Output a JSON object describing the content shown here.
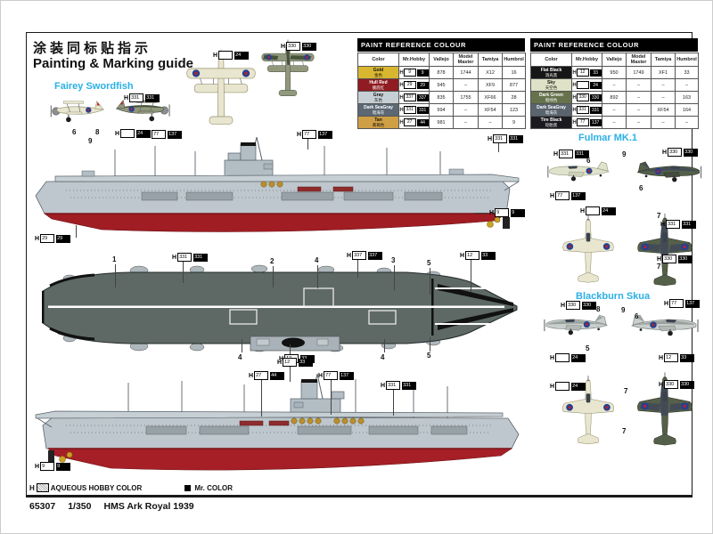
{
  "header": {
    "title_cn": "涂装同标贴指示",
    "title_en": "Painting & Marking guide"
  },
  "aircraft": {
    "swordfish": "Fairey Swordfish",
    "fulmar": "Fulmar MK.1",
    "skua": "Blackburn Skua"
  },
  "legend": {
    "h": "H",
    "aqueous": "AQUEOUS HOBBY COLOR",
    "mr_color": "Mr. COLOR"
  },
  "footer": {
    "kit": "65307",
    "scale": "1/350",
    "name": "HMS Ark Royal 1939"
  },
  "colors": {
    "accent_cyan": "#2bb0e5",
    "hull_gray": "#bdc7cd",
    "hull_red": "#a01d23",
    "deck_gray": "#5e6965",
    "gold": "#c9a227"
  },
  "tables": [
    {
      "title": "PAINT  REFERENCE  COLOUR",
      "columns": [
        "Color",
        "Mr.Hobby",
        "Vallejo",
        "Model Master",
        "Tamiya",
        "Humbrol"
      ],
      "rows": [
        {
          "name": "Gold",
          "cn": "金色",
          "bg": "#d8b630",
          "ink": "#111",
          "aq": "9",
          "mr": "9",
          "va": "878",
          "mm": "1744",
          "ta": "X12",
          "hu": "16"
        },
        {
          "name": "Hull Red",
          "cn": "舰底红",
          "bg": "#8e1c22",
          "ink": "#fff",
          "aq": "29",
          "mr": "29",
          "va": "945",
          "mm": "–",
          "ta": "XF9",
          "hu": "877"
        },
        {
          "name": "Gray",
          "cn": "灰色",
          "bg": "#c6cfd4",
          "ink": "#111",
          "aq": "337",
          "mr": "337",
          "va": "835",
          "mm": "1755",
          "ta": "XF66",
          "hu": "28"
        },
        {
          "name": "Dark SeaGray",
          "cn": "暗海灰",
          "bg": "#5c6874",
          "ink": "#fff",
          "aq": "331",
          "mr": "331",
          "va": "994",
          "mm": "–",
          "ta": "XF54",
          "hu": "123"
        },
        {
          "name": "Tan",
          "cn": "黄褐色",
          "bg": "#cf9f45",
          "ink": "#111",
          "aq": "27",
          "mr": "44",
          "va": "981",
          "mm": "–",
          "ta": "–",
          "hu": "9"
        }
      ]
    },
    {
      "title": "PAINT  REFERENCE  COLOUR",
      "columns": [
        "Color",
        "Mr.Hobby",
        "Vallejo",
        "Model Master",
        "Tamiya",
        "Humbrol"
      ],
      "rows": [
        {
          "name": "Flat Black",
          "cn": "消光黑",
          "bg": "#161616",
          "ink": "#fff",
          "aq": "12",
          "mr": "33",
          "va": "950",
          "mm": "1749",
          "ta": "XF1",
          "hu": "33"
        },
        {
          "name": "Sky",
          "cn": "天空色",
          "bg": "#dfe2c6",
          "ink": "#111",
          "aq": "",
          "mr": "24",
          "va": "–",
          "mm": "–",
          "ta": "–",
          "hu": "–"
        },
        {
          "name": "Dark Green",
          "cn": "暗绿色",
          "bg": "#66724c",
          "ink": "#fff",
          "aq": "330",
          "mr": "330",
          "va": "892",
          "mm": "–",
          "ta": "–",
          "hu": "163"
        },
        {
          "name": "Dark SeaGray",
          "cn": "暗海灰",
          "bg": "#59646e",
          "ink": "#fff",
          "aq": "331",
          "mr": "331",
          "va": "–",
          "mm": "–",
          "ta": "XF54",
          "hu": "164"
        },
        {
          "name": "Tire Black",
          "cn": "轮胎黑",
          "bg": "#1b1b1f",
          "ink": "#fff",
          "aq": "77",
          "mr": "137",
          "va": "–",
          "mm": "–",
          "ta": "–",
          "hu": "–"
        }
      ]
    }
  ],
  "chips": {
    "a1": {
      "aq": "77",
      "mr": "137"
    },
    "a2": {
      "aq": "331",
      "mr": "331"
    },
    "a3": {
      "aq": "29",
      "mr": "29"
    },
    "a4": {
      "aq": "9",
      "mr": "9"
    },
    "p1": {
      "aq": "331",
      "mr": "331"
    },
    "p2": {
      "aq": "337",
      "mr": "337"
    },
    "p3": {
      "aq": "12",
      "mr": "33"
    },
    "p4": {
      "aq": "12",
      "mr": "33"
    },
    "c1": {
      "aq": "12",
      "mr": "33"
    },
    "c2": {
      "aq": "27",
      "mr": "44"
    },
    "c3": {
      "aq": "77",
      "mr": "137"
    },
    "c4": {
      "aq": "331",
      "mr": "331"
    },
    "c5": {
      "aq": "9",
      "mr": "9"
    },
    "sw1": {
      "aq": "331",
      "mr": "331"
    },
    "sw2": {
      "aq": "",
      "mr": "24"
    },
    "sw3": {
      "aq": "77",
      "mr": "137"
    },
    "sw4": {
      "aq": "",
      "mr": "24"
    },
    "sw5": {
      "aq": "330",
      "mr": "330"
    },
    "f1": {
      "aq": "331",
      "mr": "331"
    },
    "f2": {
      "aq": "330",
      "mr": "330"
    },
    "f3": {
      "aq": "77",
      "mr": "137"
    },
    "f4": {
      "aq": "",
      "mr": "24"
    },
    "f5": {
      "aq": "331",
      "mr": "331"
    },
    "f6": {
      "aq": "330",
      "mr": "330"
    },
    "k1": {
      "aq": "330",
      "mr": "330"
    },
    "k2": {
      "aq": "77",
      "mr": "137"
    },
    "k3": {
      "aq": "",
      "mr": "24"
    },
    "k4": {
      "aq": "12",
      "mr": "33"
    },
    "k5": {
      "aq": "",
      "mr": "24"
    },
    "k6": {
      "aq": "330",
      "mr": "330"
    }
  },
  "nums": {
    "plan": [
      "1",
      "2",
      "4",
      "3",
      "5",
      "4",
      "4",
      "5"
    ],
    "sw": [
      "6",
      "8",
      "9"
    ],
    "fu": [
      "6",
      "9",
      "6",
      "7",
      "7"
    ],
    "sk": [
      "8",
      "9",
      "6",
      "5",
      "7",
      "7"
    ]
  }
}
